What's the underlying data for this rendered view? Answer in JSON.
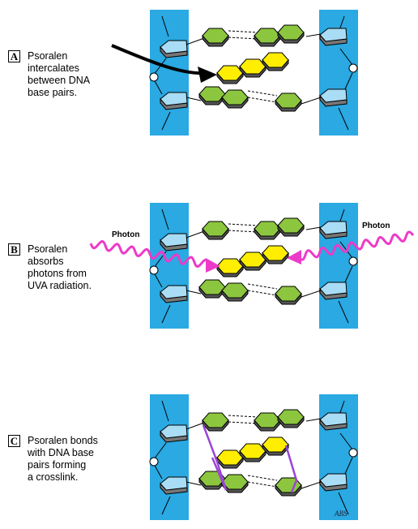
{
  "panels": [
    {
      "letter": "A",
      "caption_lines": [
        "Psoralen",
        "intercalates",
        "between DNA",
        "base pairs."
      ]
    },
    {
      "letter": "B",
      "caption_lines": [
        "Psoralen",
        "absorbs",
        "photons from",
        "UVA radiation."
      ]
    },
    {
      "letter": "C",
      "caption_lines": [
        "Psoralen bonds",
        "with DNA base",
        "pairs forming",
        "a crosslink."
      ]
    }
  ],
  "photon_label_left": "Photon",
  "photon_label_right": "Photon",
  "signature": "ABS",
  "colors": {
    "backbone": "#2aa9e2",
    "base": "#8cc63f",
    "psoralen": "#ffee00",
    "sugar": "#a9dcf5",
    "photon": "#ec3bc8",
    "crosslink": "#9b44d6",
    "arrow": "#000000"
  }
}
